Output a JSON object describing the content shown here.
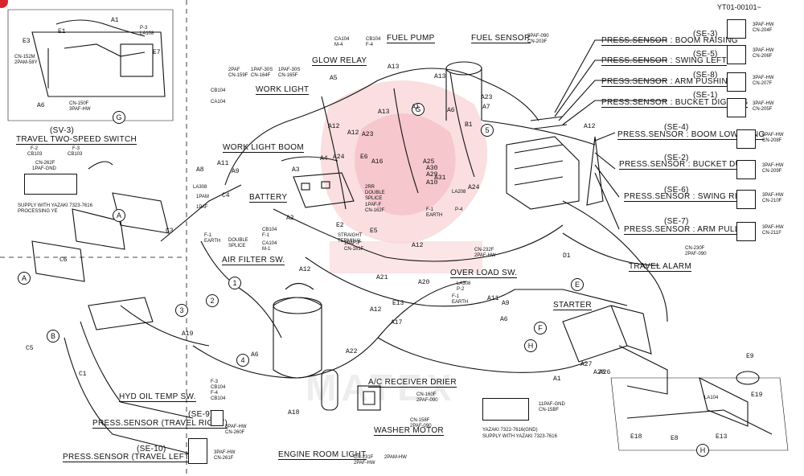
{
  "doc_id": "YT01-00101~",
  "brand_watermark": "MATEX",
  "labels": {
    "fuel_pump": "FUEL PUMP",
    "fuel_sensor": "FUEL SENSOR",
    "glow_relay": "GLOW RELAY",
    "work_light": "WORK LIGHT",
    "work_light_boom": "WORK LIGHT BOOM",
    "battery": "BATTERY",
    "air_filter": "AIR FILTER SW.",
    "over_load": "OVER LOAD SW.",
    "starter": "STARTER",
    "travel_alarm": "TRAVEL ALARM",
    "hyd_oil_temp": "HYD OIL TEMP SW.",
    "ac_receiver": "A/C RECEIVER DRIER",
    "washer_motor": "WASHER MOTOR",
    "engine_room_light": "ENGINE ROOM LIGHT",
    "travel_two_speed": "TRAVEL TWO-SPEED SWITCH",
    "sv3": "(SV-3)",
    "se9": "(SE-9)",
    "se10": "(SE-10)",
    "press_travel_right": "PRESS.SENSOR (TRAVEL RIGHT)",
    "press_travel_left": "PRESS.SENSOR (TRAVEL LEFT)"
  },
  "sensors": [
    {
      "code": "(SE-3)",
      "name": "PRESS.SENSOR : BOOM RAISING",
      "part": "3PAF-HW",
      "cn": "CN-204F"
    },
    {
      "code": "(SE-5)",
      "name": "PRESS.SENSOR : SWING LEFT",
      "part": "3PAF-HW",
      "cn": "CN-206F"
    },
    {
      "code": "(SE-8)",
      "name": "PRESS.SENSOR : ARM PUSHING",
      "part": "3PAF-HW",
      "cn": "CN-207F"
    },
    {
      "code": "(SE-1)",
      "name": "PRESS.SENSOR : BUCKET DIGGING",
      "part": "3PAF-HW",
      "cn": "CN-205F"
    },
    {
      "code": "(SE-4)",
      "name": "PRESS.SENSOR : BOOM LOWERING",
      "part": "3PAF-HW",
      "cn": "CN-208F"
    },
    {
      "code": "(SE-2)",
      "name": "PRESS.SENSOR : BUCKET DUMP",
      "part": "3PAF-HW",
      "cn": "CN-209F"
    },
    {
      "code": "(SE-6)",
      "name": "PRESS.SENSOR : SWING RIGHT",
      "part": "3PAF-HW",
      "cn": "CN-210F"
    },
    {
      "code": "(SE-7)",
      "name": "PRESS.SENSOR : ARM PULLING",
      "part": "3PAF-HW",
      "cn": "CN-211F"
    }
  ],
  "codes": {
    "ca104_m4": "CA104\nM-4",
    "cb104_f4": "CB104\nF-4",
    "cb104": "CB104",
    "ca104": "CA104",
    "fuel_sensor_cn": "3PAF-090\nCN-203F",
    "glow_codes": "2PAF\nCN-159F",
    "pa1": "1PAF-30S\nCN-164F",
    "pa2": "1PAF-30S\nCN-165F",
    "travel_f2": "F-2",
    "travel_f3": "F-3",
    "travel_cb103a": "CB103",
    "travel_cb103b": "CB103",
    "cn262": "CN-262F",
    "onepaf": "1PAF-GND",
    "supply_yazaki": "SUPPLY WITH YAZAKI 7323-7616",
    "processing": "PROCESSING YE",
    "cn_232f": "CN-232F\n2PAF-HW",
    "cn_230f": "CN-230F\n2PAF-090",
    "cn_160f": "CN-160F\n2PAF-090",
    "cn_158f": "CN-158F\n2PAF-090",
    "cn_260f": "3PAF-HW\nCN-260F",
    "cn_261f": "3PAF-HW\nCN-261F",
    "cn_231f": "CN-231F\n2PAF-HW",
    "twopam": "2PAM-HW",
    "cn_15bf": "11PAF-GND\nCN-15BF",
    "yazaki2": "YAZAKI 7322-7616(GND)",
    "supply_yazaki2": "SUPPLY WITH YAZAKI 7323-7616",
    "la104": "LA104",
    "cb104_f1": "CB104\nF-1",
    "ca104_m1": "CA104\nM-1",
    "cb104_f3": "F-3\nCB104",
    "cb104_f4b": "F-4\nCB104",
    "cn_152m": "CN-152M\n2PAM-58Y",
    "cn_150f": "CN-150F\n3PAF-HW",
    "double_splice": "DOUBLE\nSPLICE",
    "la308": "LA308",
    "pa_1pam": "1PAM",
    "pa_1paf": "1PAF",
    "p3_la108": "P-3\nLA108",
    "la308_p": "LA308\nP-2",
    "earth1": "F-1\nEARTH",
    "earth2": "F-1\nEARTH",
    "earth3": "F-1\nEARTH",
    "cn162f": "1PAF-F\nCN-162F",
    "cn161f": "1PAF-F\nCN-161F",
    "straight": "STRAIGHT\nTERMINAL",
    "two_rr": "2RR\nDOUBLE\nSPLICE",
    "la208": "LA208",
    "p4": "P-4",
    "cn_f": "F-1\nLA308"
  },
  "refs": [
    "A1",
    "A2",
    "A3",
    "A4",
    "A5",
    "A6",
    "A7",
    "A8",
    "A9",
    "A10",
    "A11",
    "A12",
    "A13",
    "A16",
    "A17",
    "A18",
    "A19",
    "A20",
    "A21",
    "A22",
    "A23",
    "A24",
    "A25",
    "A26",
    "A27",
    "A28",
    "A29",
    "A30",
    "A31",
    "B1",
    "C1",
    "C3",
    "C4",
    "C5",
    "C6",
    "D1",
    "E1",
    "E2",
    "E3",
    "E5",
    "E6",
    "E7",
    "E8",
    "E9",
    "E13",
    "E18",
    "E19"
  ],
  "callouts": [
    "A",
    "B",
    "E",
    "F",
    "G",
    "H",
    "1",
    "2",
    "3",
    "4",
    "5"
  ],
  "section_g": "G",
  "section_h": "H",
  "colors": {
    "ink": "#111111",
    "badge": "#d9232e",
    "watermark": "#f4c7cb"
  }
}
